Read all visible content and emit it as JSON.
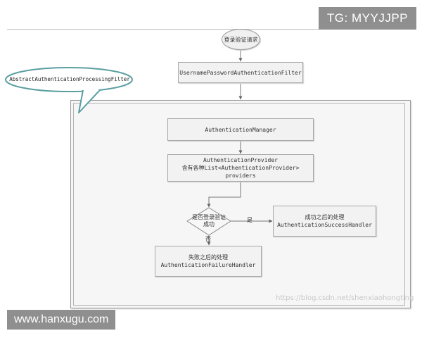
{
  "badges": {
    "top_right": "TG: MYYJJPP",
    "bottom_left": "www.hanxugu.com"
  },
  "watermark": "https://blog.csdn.net/shenxiaohongting",
  "diagram": {
    "start": "登录验证请求",
    "filter": "UsernamePasswordAuthenticationFilter",
    "callout": "AbstractAuthenticationProcessingFilter",
    "manager": "AuthenticationManager",
    "provider_line1": "AuthenticationProvider",
    "provider_line2": "含有各种List<AuthenticationProvider> providers",
    "decision_line1": "是否登录验证",
    "decision_line2": "成功",
    "yes_label": "是",
    "no_label": "否",
    "success_line1": "成功之后的处理",
    "success_line2": "AuthenticationSuccessHandler",
    "failure_line1": "失败之后的处理",
    "failure_line2": "AuthenticationFailureHandler"
  }
}
